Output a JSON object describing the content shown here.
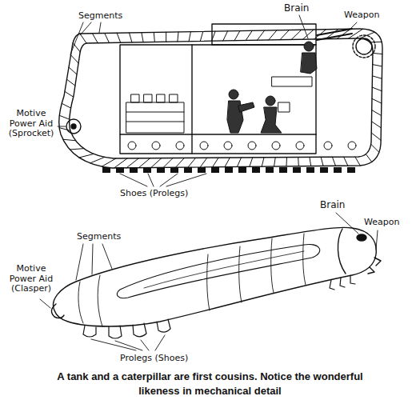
{
  "diagram": {
    "caption": "A tank and a caterpillar are first cousins. Notice the wonderful likeness in mechanical detail",
    "labels": [
      "Brain",
      "Weapon",
      "Segments",
      "Motive Power Aid (Sprocket)",
      "Shoes (Prolegs)",
      "Brain",
      "Weapon",
      "Segments",
      "Motive Power Aid (Clasper)",
      "Prolegs (Shoes)"
    ]
  }
}
